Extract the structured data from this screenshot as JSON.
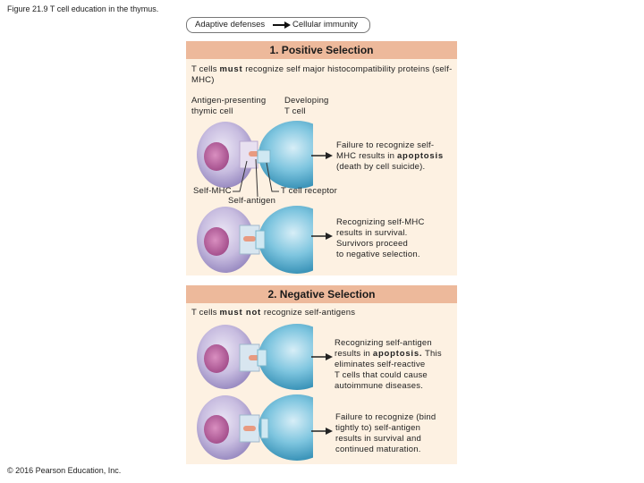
{
  "figure_title": "Figure 21.9 T cell education in the thymus.",
  "flow": {
    "from": "Adaptive defenses",
    "to": "Cellular immunity"
  },
  "positive": {
    "header": "1. Positive Selection",
    "intro_pre": "T cells ",
    "intro_em": "must",
    "intro_post": " recognize self major histocompatibility proteins (self-MHC)",
    "label_apc_1": "Antigen-presenting",
    "label_apc_2": "thymic cell",
    "label_dev_1": "Developing",
    "label_dev_2": "T cell",
    "fail_1": "Failure to recognize self-",
    "fail_2_pre": "MHC results in ",
    "fail_2_em": "apoptosis",
    "fail_3": "(death by cell suicide).",
    "label_selfmhc": "Self-MHC",
    "label_tcr": "T cell receptor",
    "label_selfantigen": "Self-antigen",
    "surv_1": "Recognizing self-MHC",
    "surv_2": "results in survival.",
    "surv_3": "Survivors proceed",
    "surv_4": "to negative selection."
  },
  "negative": {
    "header": "2. Negative Selection",
    "intro_pre": "T cells ",
    "intro_em": "must not",
    "intro_post": " recognize self-antigens",
    "rec_1": "Recognizing self-antigen",
    "rec_2_pre": "results in ",
    "rec_2_em": "apoptosis.",
    "rec_2_post": " This",
    "rec_3": "eliminates self-reactive",
    "rec_4": "T cells that could cause",
    "rec_5": "autoimmune diseases.",
    "fail_1": "Failure to recognize (bind",
    "fail_2": "tightly to) self-antigen",
    "fail_3": "results in survival and",
    "fail_4": "continued maturation."
  },
  "copyright": "© 2016 Pearson Education, Inc."
}
